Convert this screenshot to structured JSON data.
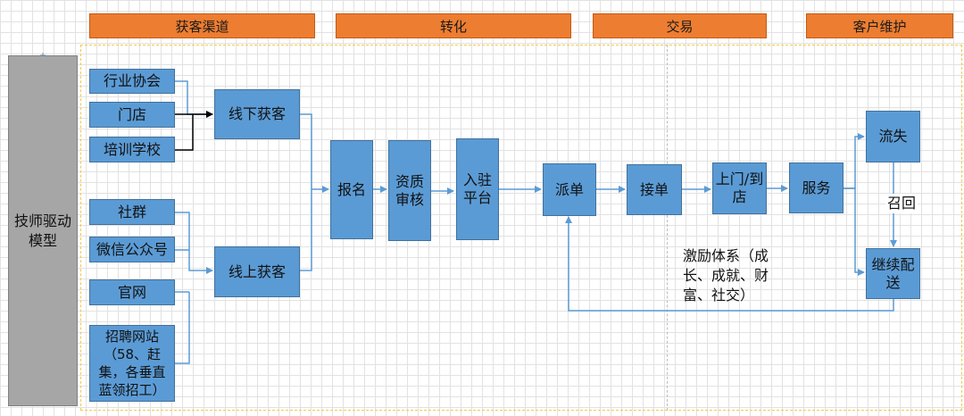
{
  "headers": {
    "acquisition": "获客渠道",
    "conversion": "转化",
    "transaction": "交易",
    "maintenance": "客户维护"
  },
  "left_block": "技师驱动\n模型",
  "channels_offline": [
    "行业协会",
    "门店",
    "培训学校"
  ],
  "channels_online": [
    "社群",
    "微信公众号",
    "官网",
    "招聘网站\n（58、赶\n集，各垂直\n蓝领招工）"
  ],
  "acquire": {
    "offline": "线下获客",
    "online": "线上获客"
  },
  "conversion_steps": [
    "报名",
    "资质\n审核",
    "入驻\n平台"
  ],
  "transaction_steps": [
    "派单",
    "接单",
    "上门/到\n店",
    "服务"
  ],
  "maintenance_steps": {
    "churn": "流失",
    "continue": "继续配\n送"
  },
  "labels": {
    "recall": "召回",
    "incentive": "激励体系（成\n长、成就、财\n富、社交）"
  },
  "colors": {
    "header": "#ed7d31",
    "node": "#5b9bd5",
    "left_block": "#a6a6a6",
    "connector": "#5b9bd5",
    "connector_dark": "#000000"
  }
}
